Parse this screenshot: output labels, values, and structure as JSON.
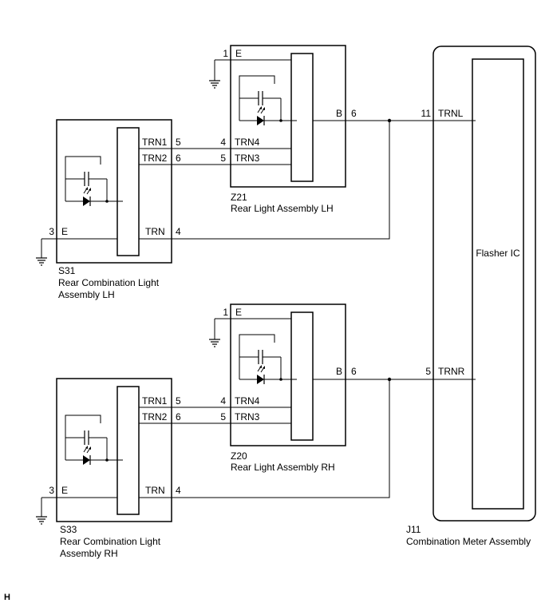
{
  "components": {
    "s31": {
      "code": "S31",
      "name_line1": "Rear Combination Light",
      "name_line2": "Assembly LH"
    },
    "z21": {
      "code": "Z21",
      "name": "Rear Light Assembly LH"
    },
    "z20": {
      "code": "Z20",
      "name": "Rear Light Assembly RH"
    },
    "s33": {
      "code": "S33",
      "name_line1": "Rear Combination Light",
      "name_line2": "Assembly RH"
    },
    "j11": {
      "code": "J11",
      "name": "Combination Meter Assembly",
      "inner_label": "Flasher IC"
    }
  },
  "pins": {
    "z21": {
      "e_num": "1",
      "e_label": "E",
      "b_label": "B",
      "b_num": "6",
      "trn4_num": "4",
      "trn4_label": "TRN4",
      "trn3_num": "5",
      "trn3_label": "TRN3"
    },
    "s31": {
      "trn1_label": "TRN1",
      "trn1_num": "5",
      "trn2_label": "TRN2",
      "trn2_num": "6",
      "e_num": "3",
      "e_label": "E",
      "trn_label": "TRN",
      "trn_num": "4"
    },
    "z20": {
      "e_num": "1",
      "e_label": "E",
      "b_label": "B",
      "b_num": "6",
      "trn4_num": "4",
      "trn4_label": "TRN4",
      "trn3_num": "5",
      "trn3_label": "TRN3"
    },
    "s33": {
      "trn1_label": "TRN1",
      "trn1_num": "5",
      "trn2_label": "TRN2",
      "trn2_num": "6",
      "e_num": "3",
      "e_label": "E",
      "trn_label": "TRN",
      "trn_num": "4"
    },
    "j11": {
      "trnl_num": "11",
      "trnl_label": "TRNL",
      "trnr_num": "5",
      "trnr_label": "TRNR"
    }
  },
  "corner_mark": "H"
}
